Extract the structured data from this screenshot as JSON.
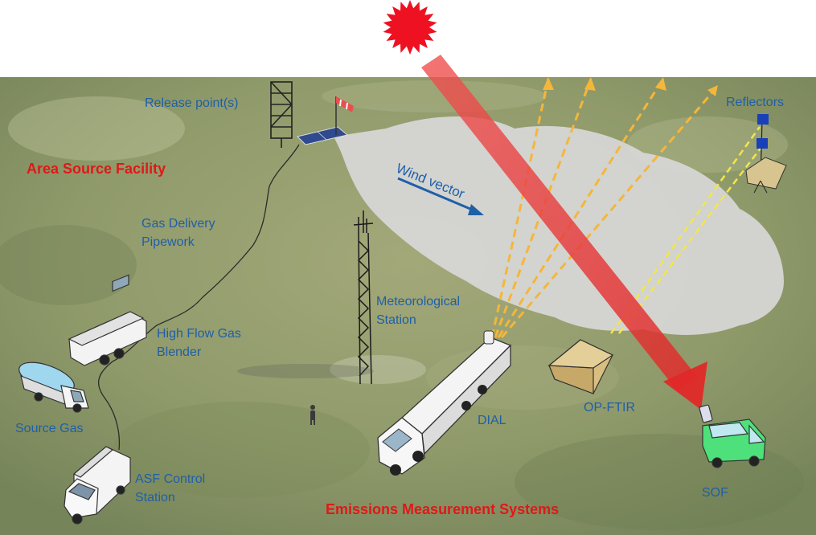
{
  "labels": {
    "release_points": "Release point(s)",
    "reflectors": "Reflectors",
    "area_source_facility": "Area Source Facility",
    "wind_vector": "Wind vector",
    "gas_delivery_1": "Gas Delivery",
    "gas_delivery_2": "Pipework",
    "meteorological_1": "Meteorological",
    "meteorological_2": "Station",
    "high_flow_1": "High Flow Gas",
    "high_flow_2": "Blender",
    "source_gas": "Source Gas",
    "asf_control_1": "ASF Control",
    "asf_control_2": "Station",
    "dial": "DIAL",
    "op_ftir": "OP-FTIR",
    "sof": "SOF",
    "emissions": "Emissions Measurement Systems"
  },
  "colors": {
    "sky": "#ffffff",
    "ground": "#8f9a6a",
    "label_blue": "#1f5fa8",
    "label_red": "#e01818",
    "sun": "#ee1122",
    "sun_beam": "#f04a4a",
    "plume": "#d8d8d8",
    "dial_beam": "#f5b63a",
    "ftir_beam": "#f2e64a",
    "wind_arrow": "#1f5fa8",
    "reflector": "#1840b8",
    "tent": "#d9be80",
    "sof_van": "#4ee07a"
  },
  "icons": [
    "sun-icon",
    "windsock-icon",
    "solar-panel-icon",
    "truck-icon",
    "van-icon",
    "trailer-icon",
    "tanker-icon",
    "tent-icon",
    "tower-icon",
    "person-icon"
  ]
}
